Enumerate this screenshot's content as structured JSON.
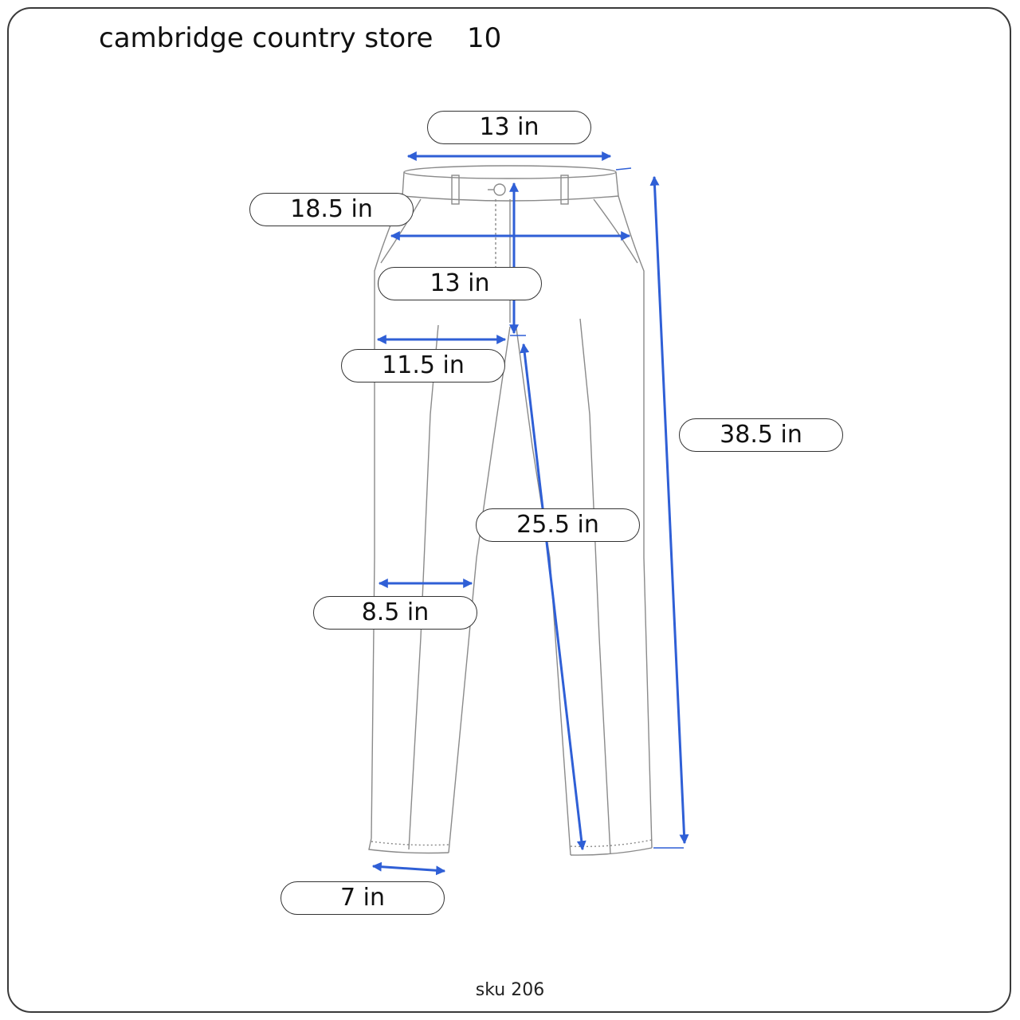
{
  "header": {
    "brand": "cambridge country store",
    "size": "10"
  },
  "footer": {
    "sku": "sku 206"
  },
  "measurements": {
    "waist": "13 in",
    "hip": "18.5 in",
    "rise": "13 in",
    "thigh": "11.5 in",
    "inseam": "25.5 in",
    "outseam": "38.5 in",
    "knee": "8.5 in",
    "leg_opening": "7 in"
  },
  "colors": {
    "arrow": "#2f5fd6",
    "garment_line": "#8a8a8a",
    "frame": "#3a3a3a"
  }
}
